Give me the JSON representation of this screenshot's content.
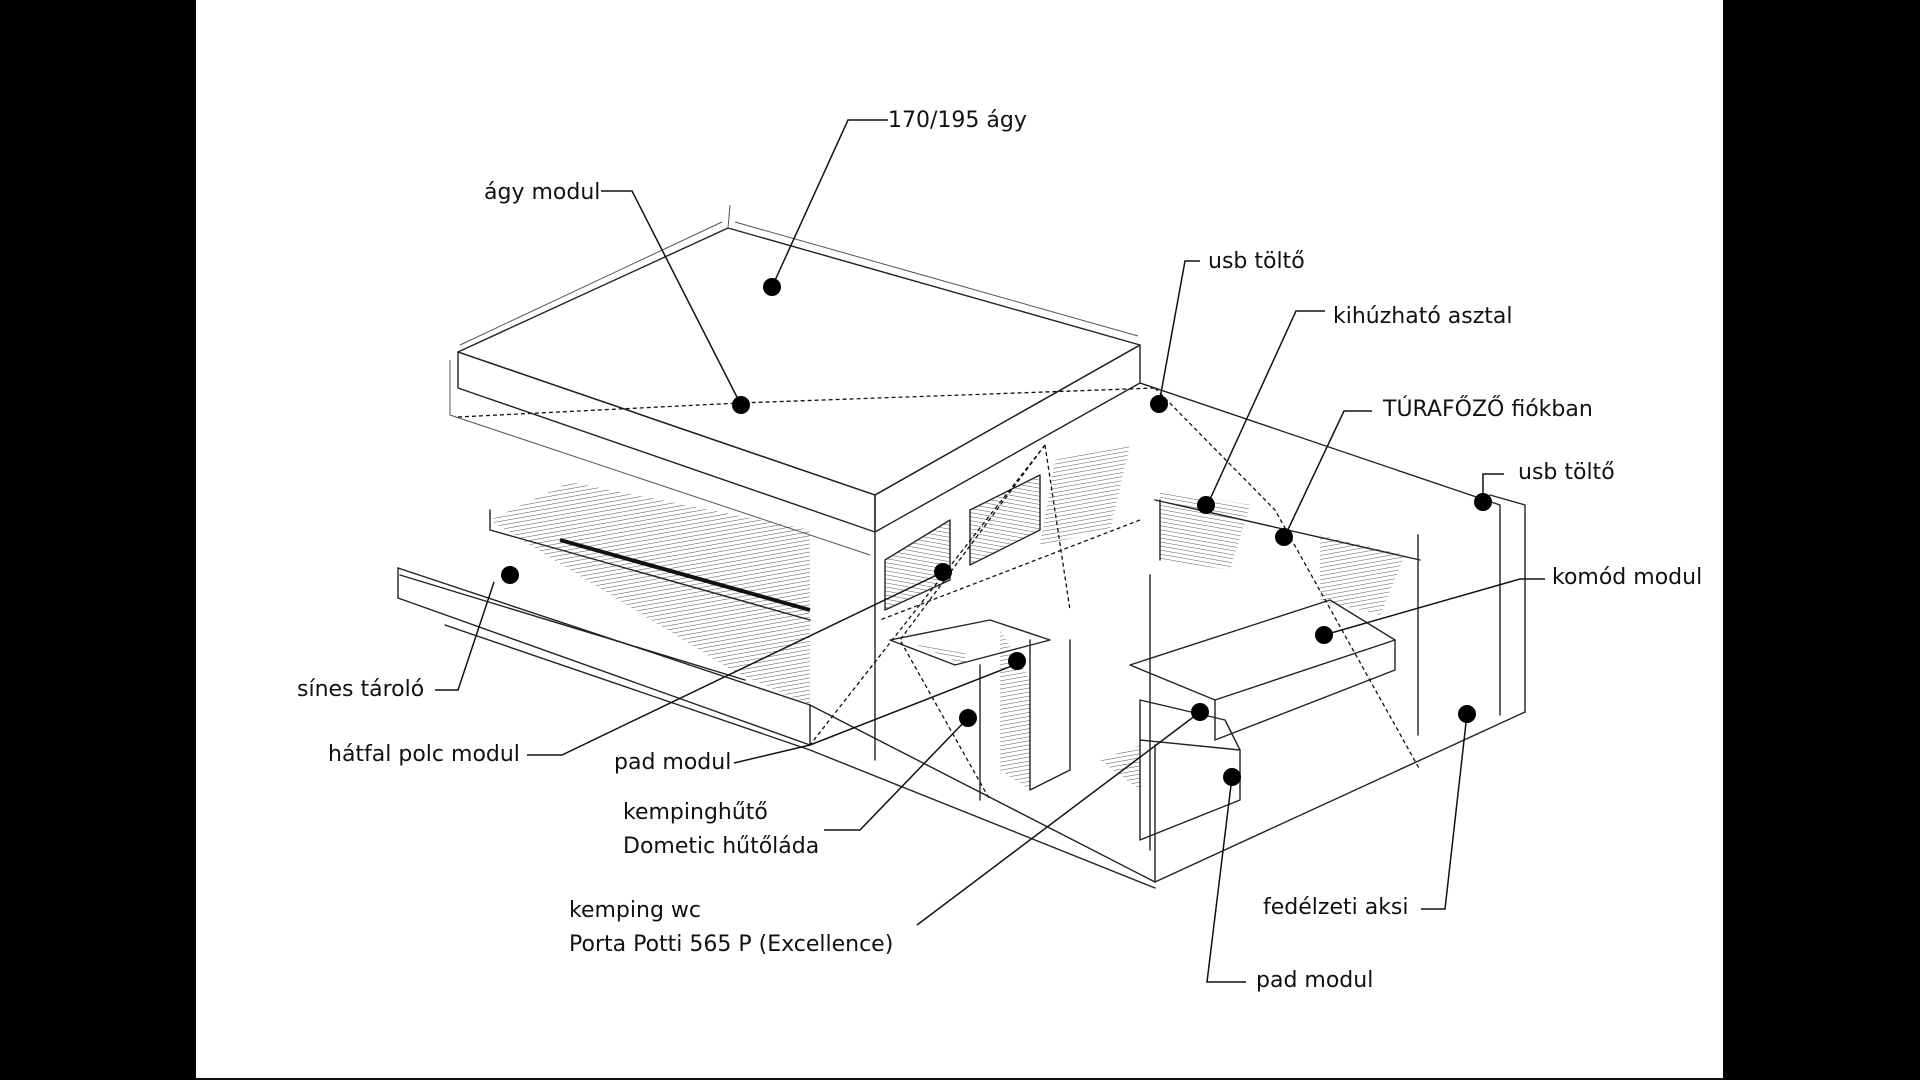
{
  "labels": {
    "bed_size": "170/195 ágy",
    "bed_module": "ágy modul",
    "usb_charger_top": "usb töltő",
    "pullout_table": "kihúzható asztal",
    "camping_stove": "TÚRAFŐZŐ fiókban",
    "usb_charger_right": "usb töltő",
    "dresser_module": "komód modul",
    "rail_storage": "sínes tároló",
    "back_wall_shelf": "hátfal polc modul",
    "bench_module_left": "pad modul",
    "cooler_line1": "kempinghűtő",
    "cooler_line2": "Dometic hűtőláda",
    "toilet_line1": "kemping wc",
    "toilet_line2": "Porta Potti 565 P (Excellence)",
    "onboard_battery": "fedélzeti aksi",
    "bench_module_bottom": "pad modul"
  }
}
